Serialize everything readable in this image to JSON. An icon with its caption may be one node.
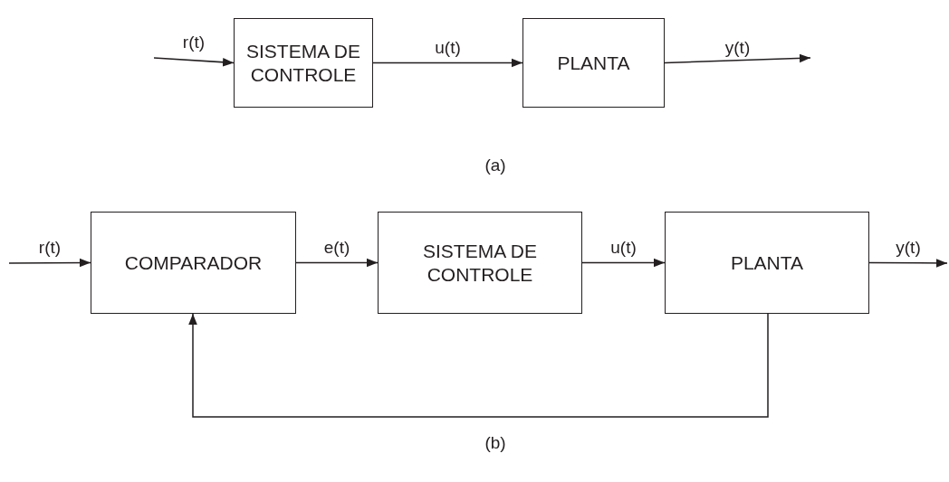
{
  "diagram": {
    "nodes": [
      {
        "text": [
          "SISTEMA DE CONTROLE"
        ]
      },
      {
        "text": [
          "PLANTA"
        ]
      },
      {
        "text": [
          "COMPARADOR"
        ]
      },
      {
        "text": [
          "SISTEMA DE CONTROLE"
        ]
      },
      {
        "text": [
          "PLANTA"
        ]
      }
    ],
    "edges": [
      {
        "from": null,
        "to": 0,
        "arrow": "to",
        "label": "r(t)"
      },
      {
        "from": 0,
        "to": 1,
        "arrow": "to",
        "label": "u(t)"
      },
      {
        "from": 1,
        "to": null,
        "arrow": "to",
        "label": "y(t)"
      },
      {
        "from": null,
        "to": 2,
        "arrow": "to",
        "label": "r(t)"
      },
      {
        "from": 2,
        "to": 3,
        "arrow": "to",
        "label": "e(t)"
      },
      {
        "from": 3,
        "to": 4,
        "arrow": "to",
        "label": "u(t)"
      },
      {
        "from": 4,
        "to": null,
        "arrow": "to",
        "label": "y(t)"
      },
      {
        "from": 4,
        "to": 2,
        "arrow": "to"
      }
    ],
    "labels": [
      "(a)",
      "(b)"
    ]
  }
}
